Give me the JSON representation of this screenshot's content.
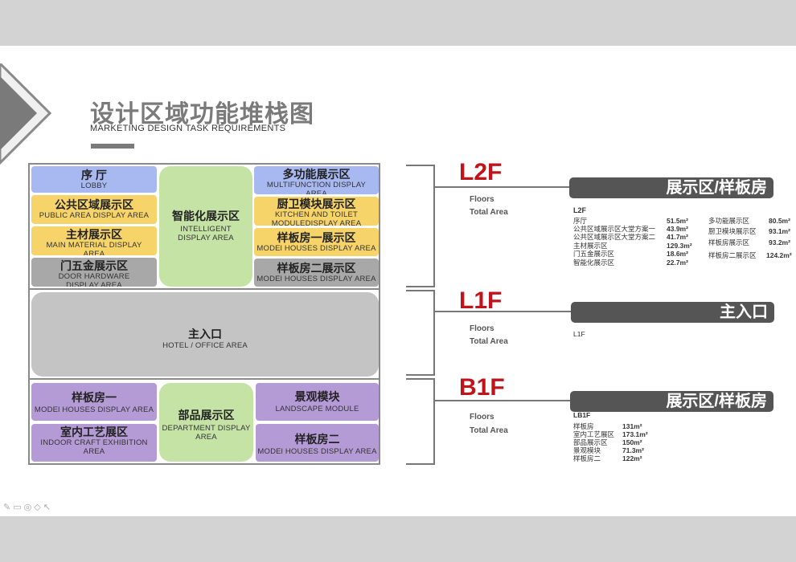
{
  "title": {
    "zh": "设计区域功能堆栈图",
    "en": "MARKETING DESIGN TASK REQUIREMENTS"
  },
  "l2": {
    "lobby": {
      "zh": "序 厅",
      "en": "LOBBY"
    },
    "public": {
      "zh": "公共区域展示区",
      "en": "PUBLIC AREA DISPLAY AREA"
    },
    "material": {
      "zh": "主材展示区",
      "en": "MAIN MATERIAL DISPLAY AREA"
    },
    "hardware": {
      "zh": "门五金展示区",
      "en": "DOOR HARDWARE  DISPLAY AREA"
    },
    "intelligent": {
      "zh": "智能化展示区",
      "en": "INTELLIGENT DISPLAY AREA"
    },
    "multi": {
      "zh": "多功能展示区",
      "en": "MULTIFUNCTION DISPLAY AREA"
    },
    "kitchen": {
      "zh": "厨卫模块展示区",
      "en": "KITCHEN AND TOILET MODULEDISPLAY AREA"
    },
    "model1": {
      "zh": "样板房一展示区",
      "en": "MODEl HOUSES DISPLAY AREA"
    },
    "model2": {
      "zh": "样板房二展示区",
      "en": "MODEl HOUSES DISPLAY AREA"
    }
  },
  "l1": {
    "entrance": {
      "zh": "主入口",
      "en": "HOTEL / OFFICE AREA"
    }
  },
  "b1": {
    "model1": {
      "zh": "样板房一",
      "en": "MODEl HOUSES DISPLAY AREA"
    },
    "craft": {
      "zh": "室内工艺展区",
      "en": "INDOOR CRAFT EXHIBITION AREA"
    },
    "dept": {
      "zh": "部品展示区",
      "en": "DEPARTMENT DISPLAY AREA"
    },
    "landscape": {
      "zh": "景观模块",
      "en": "LANDSCAPE MODULE"
    },
    "model2": {
      "zh": "样板房二",
      "en": "MODEl HOUSES DISPLAY AREA"
    }
  },
  "right": {
    "floors_label": "Floors",
    "total_label": "Total Area",
    "l2f": {
      "tag": "L2F",
      "banner": "展示区/样板房",
      "code": "L2F",
      "left": [
        {
          "name": "序厅",
          "value": "51.5m²"
        },
        {
          "name": "公共区域展示区大堂方案一",
          "value": "43.9m²"
        },
        {
          "name": "公共区域展示区大堂方案二",
          "value": "41.7m²"
        },
        {
          "name": "主材展示区",
          "value": "129.3m²"
        },
        {
          "name": "门五金展示区",
          "value": "18.6m²"
        },
        {
          "name": "智能化展示区",
          "value": "22.7m²"
        }
      ],
      "right": [
        {
          "name": "多功能展示区",
          "value": "80.5m²"
        },
        {
          "name": "厨卫模块展示区",
          "value": "93.1m²"
        },
        {
          "name": "样板房展示区",
          "value": "93.2m²"
        },
        {
          "name": "样板房二展示区",
          "value": "124.2m²"
        }
      ]
    },
    "l1f": {
      "tag": "L1F",
      "banner": "主入口",
      "code": "L1F"
    },
    "b1f": {
      "tag": "B1F",
      "banner": "展示区/样板房",
      "code": "LB1F",
      "items": [
        {
          "name": "样板房",
          "value": "131m²"
        },
        {
          "name": "室内工艺展区",
          "value": "173.1m²"
        },
        {
          "name": "部品展示区",
          "value": "150m²"
        },
        {
          "name": "景观模块",
          "value": "71.3m²"
        },
        {
          "name": "样板房二",
          "value": "122m²"
        }
      ]
    }
  },
  "colors": {
    "accent_red": "#c0141a",
    "banner": "#555555"
  },
  "toolbar_icons": [
    "pen-icon",
    "screen-icon",
    "pointer-icon",
    "eraser-icon",
    "cursor-icon"
  ]
}
